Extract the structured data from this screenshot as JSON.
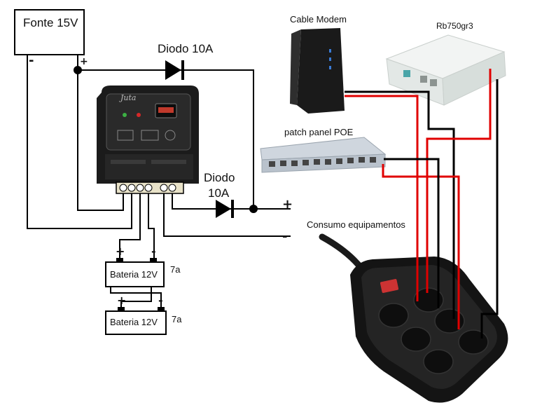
{
  "labels": {
    "power_supply": "Fonte 15V",
    "diode_top": "Diodo 10A",
    "diode_bottom_line1": "Diodo",
    "diode_bottom_line2": "10A",
    "cable_modem": "Cable Modem",
    "router": "Rb750gr3",
    "patch_panel": "patch panel POE",
    "consumption": "Consumo equipamentos",
    "battery1": "Bateria 12V",
    "battery1_capacity": "7a",
    "battery2": "Bateria 12V",
    "battery2_capacity": "7a"
  },
  "signs": {
    "psu_negative": "-",
    "psu_positive": "+",
    "out_positive": "+",
    "out_negative": "-",
    "bat1_positive": "+",
    "bat1_negative": "-",
    "bat2_positive": "+",
    "bat2_negative": "-"
  },
  "controller": {
    "brand": "Juta"
  },
  "colors": {
    "wire": "#000000",
    "wire_red": "#e00000",
    "controller_body": "#1b1b1b",
    "strip_body": "#141414",
    "router_body": "#f2f4f3"
  }
}
